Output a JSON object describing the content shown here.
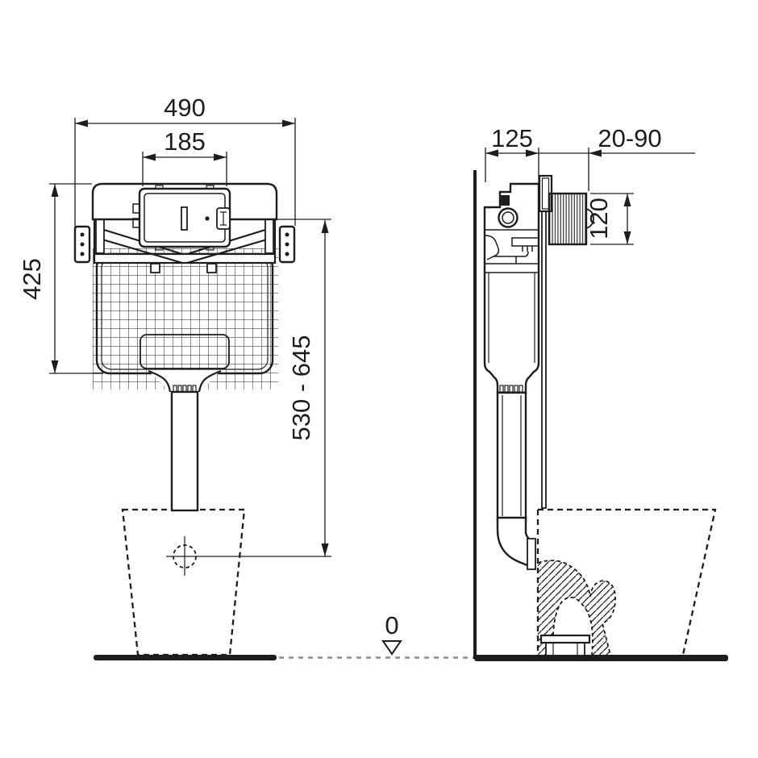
{
  "drawing": {
    "description": "Concealed WC cistern installation drawing, front and side views with millimetre dimensions",
    "front_view": {
      "overall_width": "490",
      "access_box_width": "185",
      "tank_height": "425",
      "height_range": "530 - 645"
    },
    "side_view": {
      "depth": "125",
      "wall_finish_range": "20-90",
      "access_shaft_height": "120"
    },
    "floor": {
      "zero_level_label": "0"
    },
    "colors": {
      "line": "#1d1d1b",
      "background": "#ffffff",
      "floor_dash": "#8c8c8c"
    }
  }
}
